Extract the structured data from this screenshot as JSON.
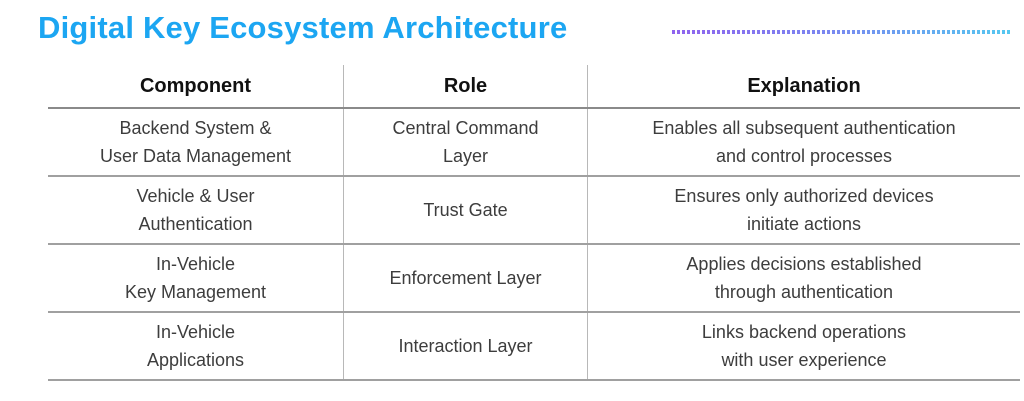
{
  "title": "Digital Key Ecosystem Architecture",
  "colors": {
    "title": "#1ca6f2",
    "dotted_line_start": "#8f63ee",
    "dotted_line_end": "#55c8f0",
    "header_text": "#111111",
    "cell_text": "#3d3d3d",
    "grid_line": "#a0a0a0"
  },
  "table": {
    "headers": {
      "component": "Component",
      "role": "Role",
      "explanation": "Explanation"
    },
    "rows": [
      {
        "component": "Backend System &\nUser Data Management",
        "role": "Central Command\nLayer",
        "explanation": "Enables all subsequent authentication\nand control processes"
      },
      {
        "component": "Vehicle & User\nAuthentication",
        "role": "Trust Gate",
        "explanation": "Ensures only authorized devices\ninitiate actions"
      },
      {
        "component": "In-Vehicle\nKey Management",
        "role": "Enforcement Layer",
        "explanation": "Applies decisions established\nthrough authentication"
      },
      {
        "component": "In-Vehicle\nApplications",
        "role": "Interaction Layer",
        "explanation": "Links backend operations\nwith user experience"
      }
    ]
  },
  "chart_data": {
    "type": "table",
    "title": "Digital Key Ecosystem Architecture",
    "columns": [
      "Component",
      "Role",
      "Explanation"
    ],
    "rows": [
      [
        "Backend System & User Data Management",
        "Central Command Layer",
        "Enables all subsequent authentication and control processes"
      ],
      [
        "Vehicle & User Authentication",
        "Trust Gate",
        "Ensures only authorized devices initiate actions"
      ],
      [
        "In-Vehicle Key Management",
        "Enforcement Layer",
        "Applies decisions established through authentication"
      ],
      [
        "In-Vehicle Applications",
        "Interaction Layer",
        "Links backend operations with user experience"
      ]
    ],
    "layout_hints": {
      "header_bold": true,
      "cells_centered": true,
      "column_dividers": true,
      "row_dividers": true,
      "outer_border": false
    }
  }
}
